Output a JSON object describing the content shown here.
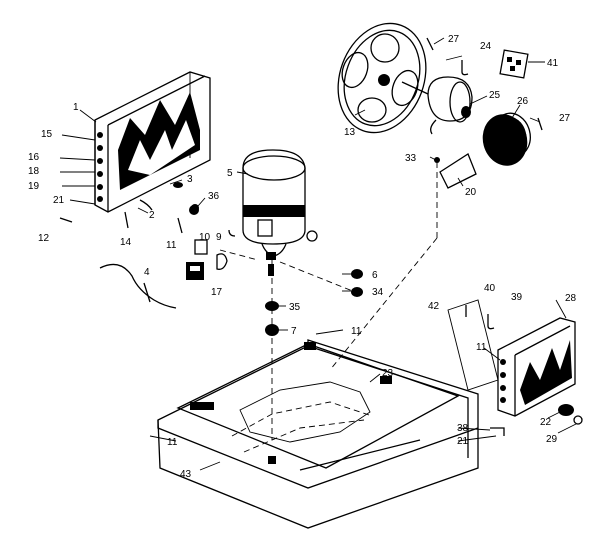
{
  "labels": {
    "l1": "1",
    "l2": "2",
    "l3": "3",
    "l4": "4",
    "l5": "5",
    "l6": "6",
    "l7": "7",
    "l9": "9",
    "l10": "10",
    "l11a": "11",
    "l11b": "11",
    "l11c": "11",
    "l11d": "11",
    "l12": "12",
    "l13": "13",
    "l14": "14",
    "l15": "15",
    "l16": "16",
    "l17": "17",
    "l18": "18",
    "l19": "19",
    "l20": "20",
    "l21a": "21",
    "l21b": "21",
    "l22": "22",
    "l23": "23",
    "l24": "24",
    "l25": "25",
    "l26": "26",
    "l27a": "27",
    "l27b": "27",
    "l28": "28",
    "l29": "29",
    "l33": "33",
    "l34": "34",
    "l35": "35",
    "l36": "36",
    "l38": "38",
    "l39": "39",
    "l40": "40",
    "l41": "41",
    "l42": "42",
    "l43": "43"
  }
}
